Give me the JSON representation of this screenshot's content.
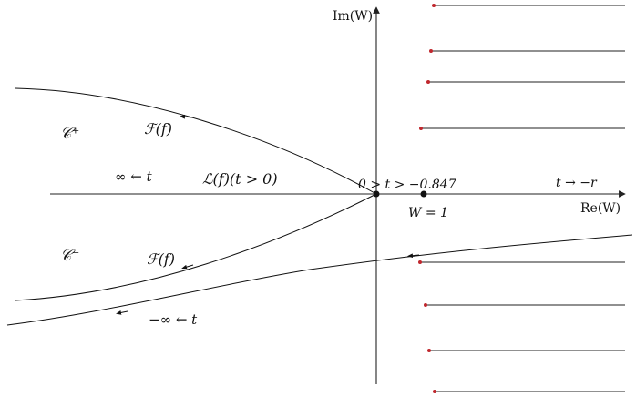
{
  "axes": {
    "x_label": "Re(W)",
    "y_label": "Im(W)"
  },
  "labels": {
    "c_plus": "𝒞⁺",
    "c_minus": "𝒞⁻",
    "f_upper": "ℱ(f)",
    "f_lower": "ℱ(f)",
    "inf_left": "∞ ← t",
    "l_label": "ℒ(f)(t > 0)",
    "origin_range": "0 > t > −0.847",
    "w_one": "W = 1",
    "t_to_r": "t → −r",
    "neg_inf": "−∞ ← t"
  },
  "colors": {
    "curve": "#111111",
    "axis": "#222222",
    "cut_endpoint": "#c0272d"
  },
  "branch_cuts": {
    "upper_count": 4,
    "lower_count": 4
  }
}
